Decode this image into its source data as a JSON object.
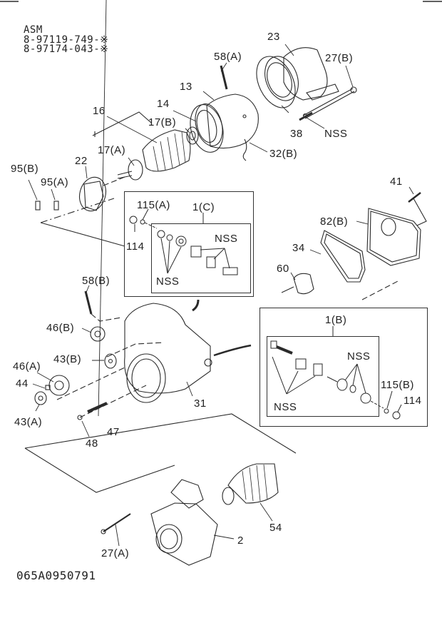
{
  "header": {
    "title": "ASM",
    "part_numbers": [
      "8-97119-749-※",
      "8-97174-043-※"
    ]
  },
  "figure_code": "065A0950791",
  "callouts": {
    "c23": "23",
    "c58a": "58(A)",
    "c27b": "27(B)",
    "c13": "13",
    "c14": "14",
    "c16": "16",
    "c17b": "17(B)",
    "c17a": "17(A)",
    "c38": "38",
    "cnss_top": "NSS",
    "c32b": "32(B)",
    "c22": "22",
    "c95b": "95(B)",
    "c95a": "95(A)",
    "c41": "41",
    "c82b": "82(B)",
    "c34": "34",
    "c60": "60",
    "c58b": "58(B)",
    "c46b": "46(B)",
    "c46a": "46(A)",
    "c43b": "43(B)",
    "c44": "44",
    "c43a": "43(A)",
    "c47": "47",
    "c48": "48",
    "c31": "31",
    "c54": "54",
    "c2": "2",
    "c27a": "27(A)"
  },
  "inset_c": {
    "label": "1(C)",
    "c115a": "115(A)",
    "c114": "114",
    "nss_right": "NSS",
    "nss_bottom": "NSS"
  },
  "inset_b": {
    "label": "1(B)",
    "nss_right": "NSS",
    "nss_left": "NSS",
    "c115b": "115(B)",
    "c114": "114"
  }
}
